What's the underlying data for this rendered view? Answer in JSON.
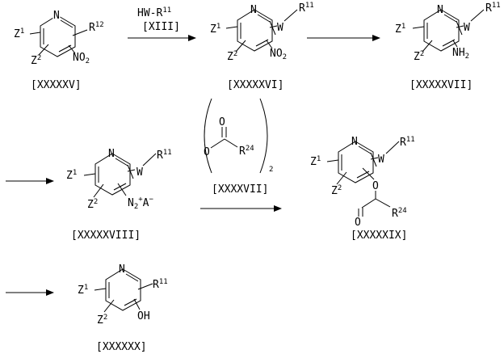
{
  "compounds": {
    "c1": {
      "label": "[XXXXXV]",
      "N": "N",
      "z1": "Z",
      "z1_sup": "1",
      "z2": "Z",
      "z2_sup": "2",
      "r": "R",
      "r_sup": "12",
      "nitro": "NO",
      "nitro_sub": "2"
    },
    "c2": {
      "label": "[XXXXXVI]",
      "N": "N",
      "z1": "Z",
      "z1_sup": "1",
      "z2": "Z",
      "z2_sup": "2",
      "w": "W",
      "r": "R",
      "r_sup": "11",
      "nitro": "NO",
      "nitro_sub": "2"
    },
    "c3": {
      "label": "[XXXXXVII]",
      "N": "N",
      "z1": "Z",
      "z1_sup": "1",
      "z2": "Z",
      "z2_sup": "2",
      "w": "W",
      "r": "R",
      "r_sup": "11",
      "amine": "NH",
      "amine_sub": "2"
    },
    "c4": {
      "label": "[XXXXXVIII]",
      "N": "N",
      "z1": "Z",
      "z1_sup": "1",
      "z2": "Z",
      "z2_sup": "2",
      "w": "W",
      "r": "R",
      "r_sup": "11",
      "diazo_n": "N",
      "diazo_sub": "2",
      "diazo_plus": "+",
      "diazo_anion": "A",
      "diazo_minus": "−"
    },
    "c5": {
      "label": "[XXXXXIX]",
      "N": "N",
      "z1": "Z",
      "z1_sup": "1",
      "z2": "Z",
      "z2_sup": "2",
      "w": "W",
      "r": "R",
      "r_sup": "11",
      "o": "O",
      "carbonyl_o": "O",
      "acyl_r": "R",
      "acyl_r_sup": "24"
    },
    "c6": {
      "label": "[XXXXXX]",
      "N": "N",
      "z1": "Z",
      "z1_sup": "1",
      "z2": "Z",
      "z2_sup": "2",
      "r": "R",
      "r_sup": "11",
      "oh": "OH"
    }
  },
  "reagents": {
    "r1": {
      "text": "HW-R",
      "sup": "11",
      "label": "[XIII]"
    },
    "r2": {
      "carbonyl_o": "O",
      "ester_o": "O",
      "r": "R",
      "r_sup": "24",
      "sub": "2",
      "label": "[XXXXVII]"
    }
  }
}
